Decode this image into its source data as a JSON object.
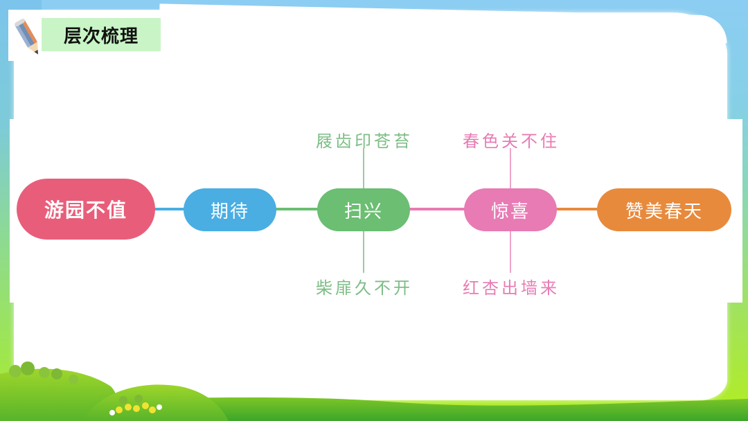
{
  "header": {
    "title": "层次梳理",
    "icon": "pencil-icon"
  },
  "diagram": {
    "nodes": [
      {
        "id": "root",
        "label": "游园不值",
        "color": "#e85e7a"
      },
      {
        "id": "expectation",
        "label": "期待",
        "color": "#4aaee3"
      },
      {
        "id": "disappointment",
        "label": "扫兴",
        "color": "#6bbe72"
      },
      {
        "id": "surprise",
        "label": "惊喜",
        "color": "#e87bb4"
      },
      {
        "id": "praise",
        "label": "赞美春天",
        "color": "#e88a3c"
      }
    ],
    "connectors": [
      {
        "from": "root",
        "to": "expectation",
        "color": "#4aaee3"
      },
      {
        "from": "expectation",
        "to": "disappointment",
        "color": "#6bbe72"
      },
      {
        "from": "disappointment",
        "to": "surprise",
        "color": "#e87bb4"
      },
      {
        "from": "surprise",
        "to": "praise",
        "color": "#e88a3c"
      }
    ],
    "branches": {
      "disappointment": {
        "top": "屐齿印苍苔",
        "bottom": "柴扉久不开",
        "color": "#7dbd86"
      },
      "surprise": {
        "top": "春色关不住",
        "bottom": "红杏出墙来",
        "color": "#e87bb4"
      }
    }
  }
}
